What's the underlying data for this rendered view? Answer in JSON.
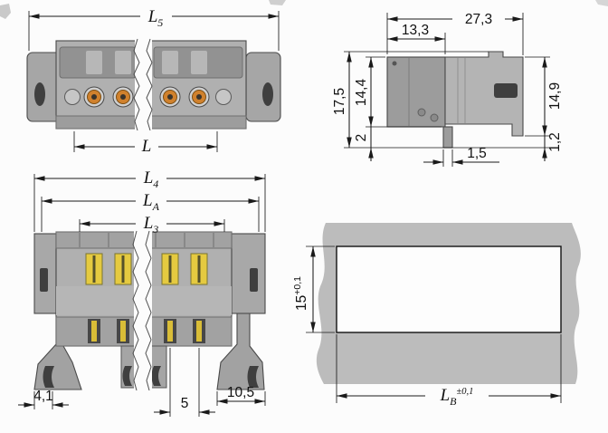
{
  "drawing": {
    "front_view": {
      "l5": {
        "main": "L",
        "sub": "5"
      },
      "l": "L"
    },
    "side_view": {
      "total_width": "27,3",
      "front_width": "13,3",
      "total_height": "17,5",
      "body_height": "14,4",
      "right_height": "14,9",
      "foot_height": "2",
      "foot_width": "1,5",
      "right_step": "1,2"
    },
    "bottom_view": {
      "l4": {
        "main": "L",
        "sub": "4"
      },
      "la": {
        "main": "L",
        "sub": "A"
      },
      "l3": {
        "main": "L",
        "sub": "3"
      },
      "left_foot": "4,1",
      "pole_pitch": "5",
      "right_foot": "10,5"
    },
    "cutout_view": {
      "height": "15",
      "height_tolerance": "+0,1",
      "width_main": "L",
      "width_sub": "B",
      "width_tolerance": "±0,1"
    },
    "colors": {
      "body_gray": "#b0b0b0",
      "contact_orange": "#d0812d",
      "lever_yellow": "#e5ca40"
    }
  }
}
